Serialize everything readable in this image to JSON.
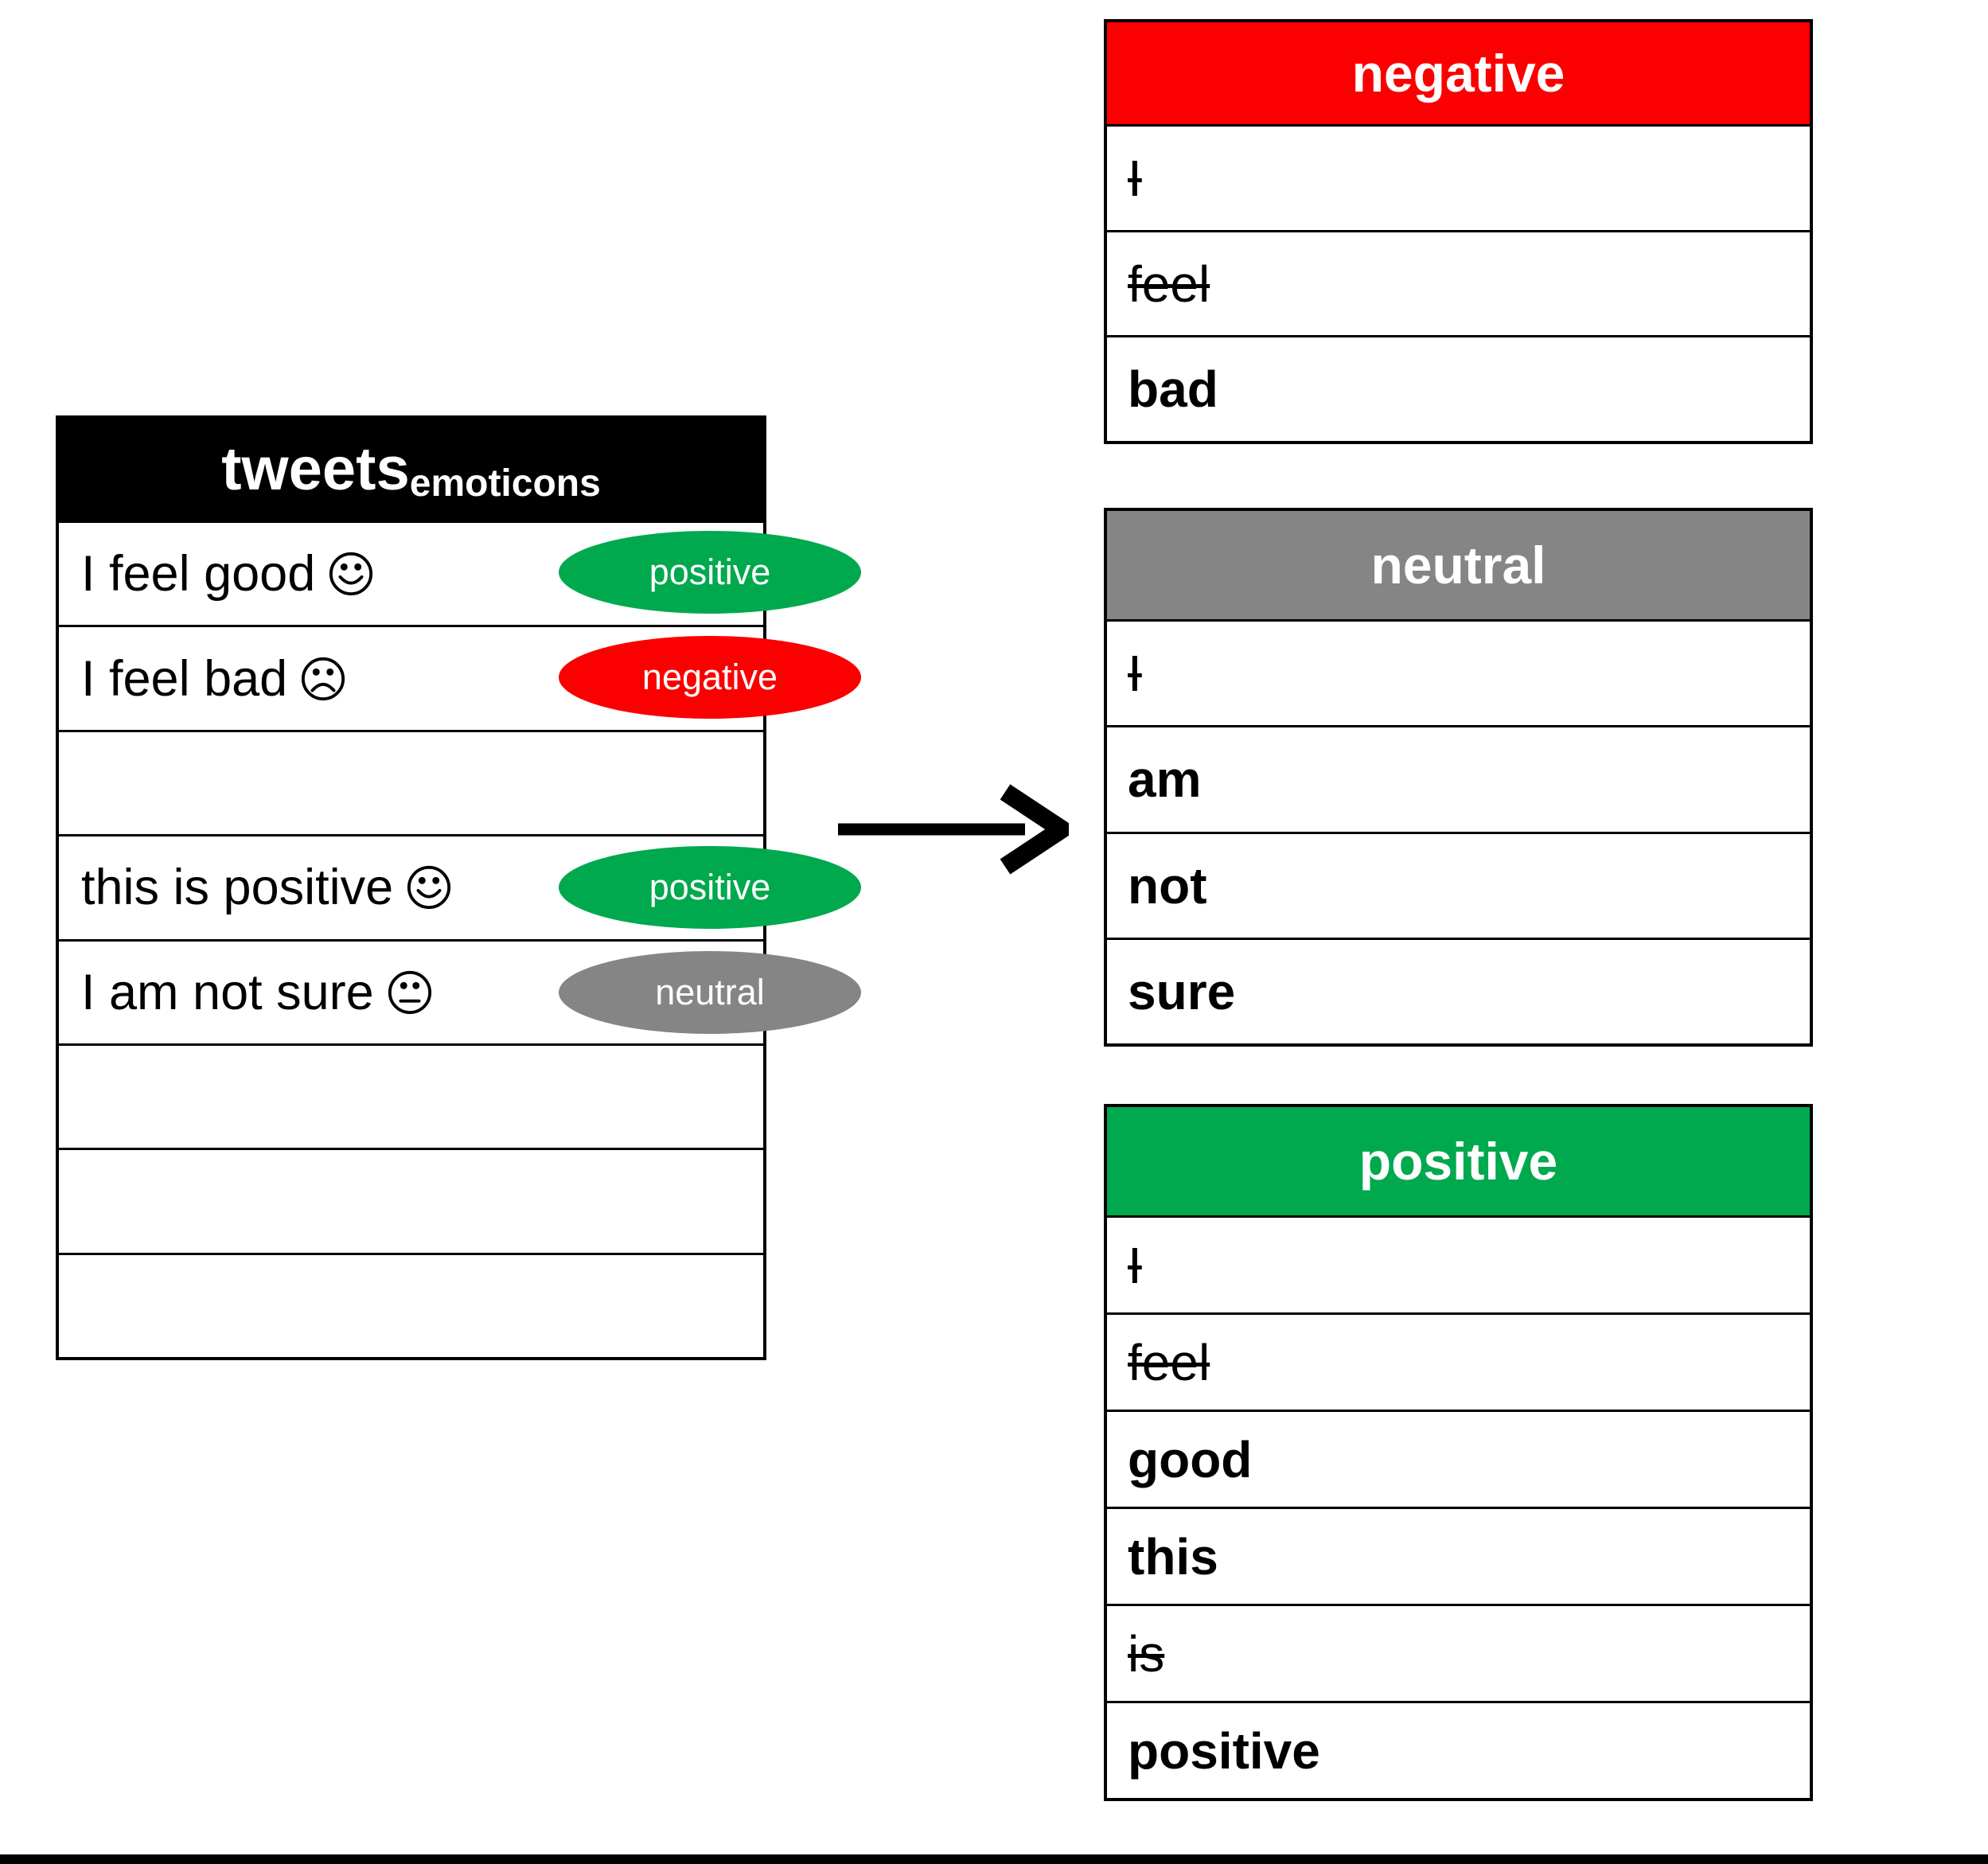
{
  "colors": {
    "positive": "#00A94E",
    "negative": "#FB0000",
    "neutral": "#858585",
    "tweets_header": "#000000",
    "border": "#000000",
    "arrow": "#000000"
  },
  "left_table": {
    "title": "tweets",
    "title_subscript": "emoticons",
    "rows": [
      {
        "text": "I feel good",
        "emoticon": "smiley-icon",
        "label": "positive"
      },
      {
        "text": "I feel bad",
        "emoticon": "frown-icon",
        "label": "negative"
      },
      {
        "text": "",
        "emoticon": null,
        "label": null
      },
      {
        "text": "this is positive",
        "emoticon": "smiley-icon",
        "label": "positive"
      },
      {
        "text": "I am not sure",
        "emoticon": "neutral-face-icon",
        "label": "neutral"
      },
      {
        "text": "",
        "emoticon": null,
        "label": null
      },
      {
        "text": "",
        "emoticon": null,
        "label": null
      },
      {
        "text": "",
        "emoticon": null,
        "label": null
      }
    ]
  },
  "arrow": {
    "direction": "right"
  },
  "right_tables": [
    {
      "title": "negative",
      "words": [
        {
          "text": "I",
          "struck": true
        },
        {
          "text": "feel",
          "struck": true
        },
        {
          "text": "bad",
          "struck": false
        }
      ]
    },
    {
      "title": "neutral",
      "words": [
        {
          "text": "I",
          "struck": true
        },
        {
          "text": "am",
          "struck": false
        },
        {
          "text": "not",
          "struck": false
        },
        {
          "text": "sure",
          "struck": false
        }
      ]
    },
    {
      "title": "positive",
      "words": [
        {
          "text": "I",
          "struck": true
        },
        {
          "text": "feel",
          "struck": true
        },
        {
          "text": "good",
          "struck": false
        },
        {
          "text": "this",
          "struck": false
        },
        {
          "text": "is",
          "struck": true
        },
        {
          "text": "positive",
          "struck": false
        }
      ]
    }
  ]
}
